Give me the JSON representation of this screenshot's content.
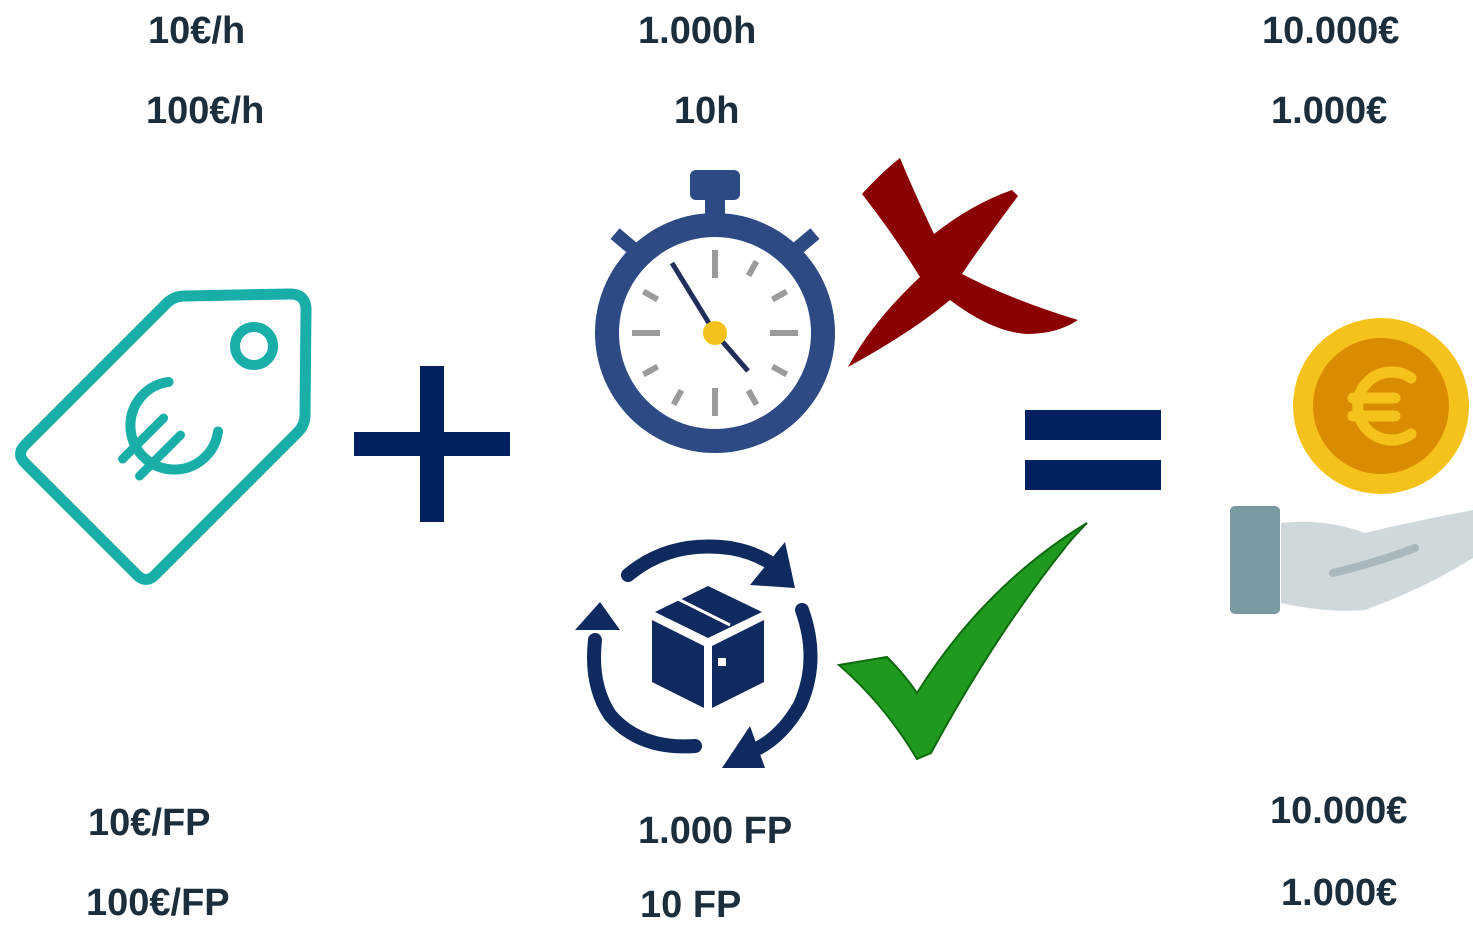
{
  "top": {
    "rate_a": "10€/h",
    "rate_b": "100€/h",
    "hours_a": "1.000h",
    "hours_b": "10h",
    "total_a": "10.000€",
    "total_b": "1.000€"
  },
  "bottom": {
    "rate_a": "10€/FP",
    "rate_b": "100€/FP",
    "points_a": "1.000 FP",
    "points_b": "10 FP",
    "total_a": "10.000€",
    "total_b": "1.000€"
  },
  "icons": {
    "price_tag": "euro-price-tag-icon",
    "plus": "plus-icon",
    "stopwatch": "stopwatch-icon",
    "cross": "red-cross-icon",
    "delivery_cycle": "package-cycle-icon",
    "check": "green-check-icon",
    "equals": "equals-icon",
    "coin_hand": "hand-coin-icon"
  },
  "colors": {
    "teal": "#1aaea8",
    "navy": "#002060",
    "red": "#8b0000",
    "green": "#1f9a1f",
    "gold": "#f5b82e",
    "clock_blue": "#2e4a85"
  }
}
